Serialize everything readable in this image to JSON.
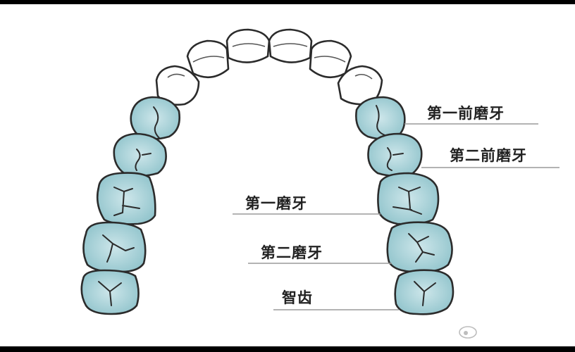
{
  "labels": {
    "first_premolar": "第一前磨牙",
    "second_premolar": "第二前磨牙",
    "first_molar": "第一磨牙",
    "second_molar": "第二磨牙",
    "wisdom_tooth": "智齿"
  },
  "colors": {
    "tooth_tint_center": "#cde6ea",
    "tooth_tint_edge": "#8fc3cb",
    "outline": "#2b2b2b",
    "leader_line": "#9a9a9a"
  }
}
